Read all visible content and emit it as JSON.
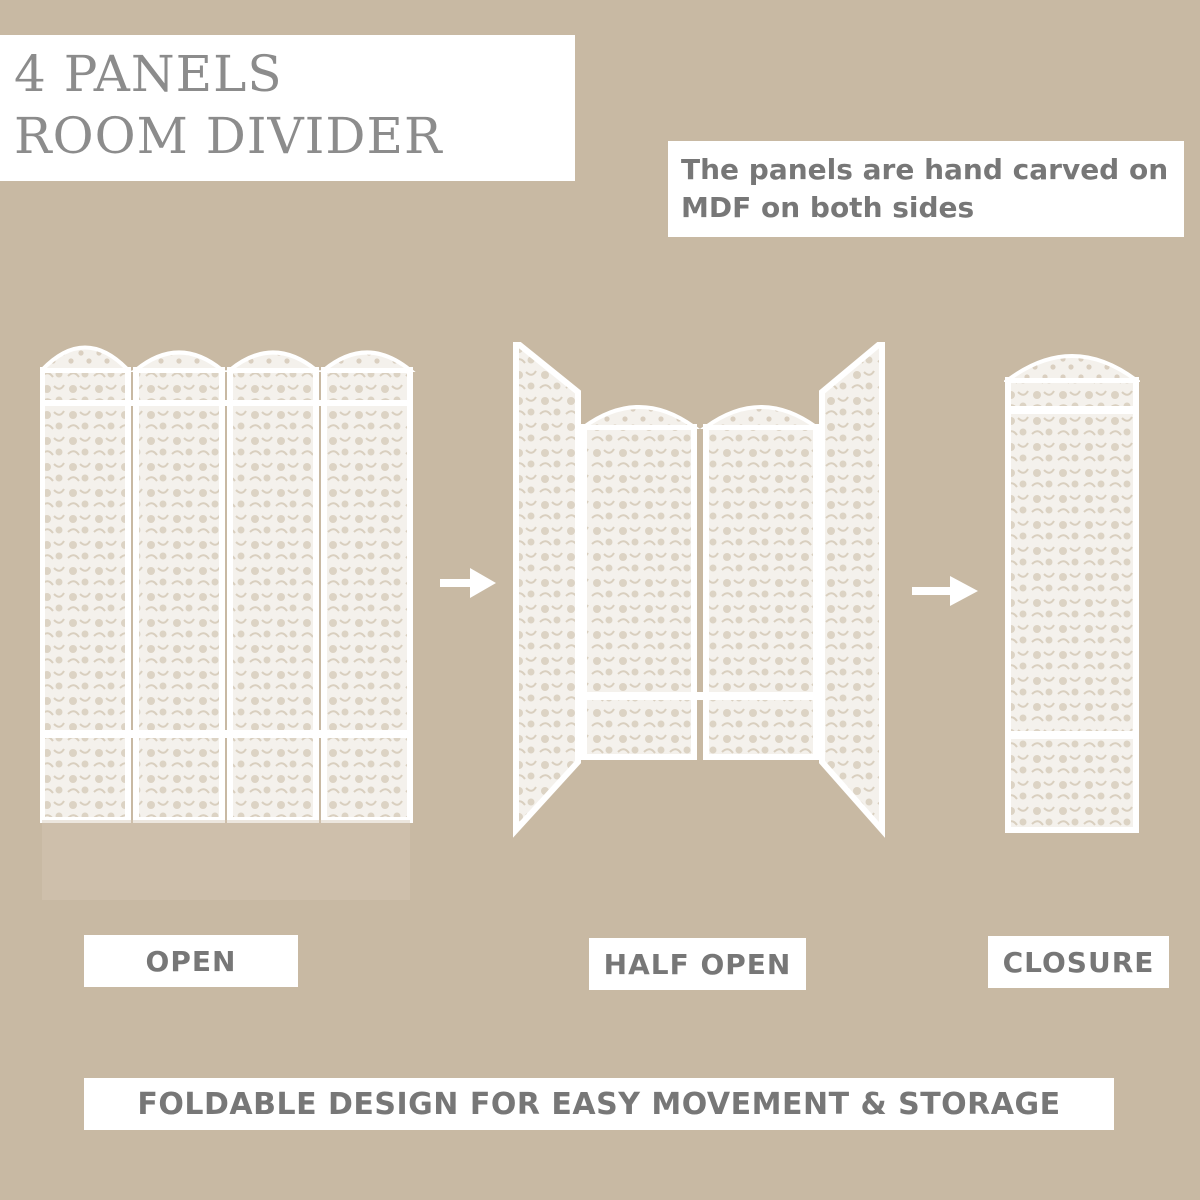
{
  "title": {
    "line1": "4 PANELS",
    "line2": "ROOM DIVIDER"
  },
  "note": "The panels are hand carved on MDF on both sides",
  "labels": {
    "open": "OPEN",
    "half_open": "HALF OPEN",
    "closure": "CLOSURE"
  },
  "footer": "FOLDABLE  DESIGN FOR EASY MOVEMENT & STORAGE",
  "colors": {
    "background": "#c8b9a3",
    "label_box": "#ffffff",
    "text_gray": "#777777",
    "arrow": "#ffffff",
    "carving": "#ffffff"
  },
  "icons": {
    "arrow_1": "arrow-right-icon",
    "arrow_2": "arrow-right-icon"
  }
}
